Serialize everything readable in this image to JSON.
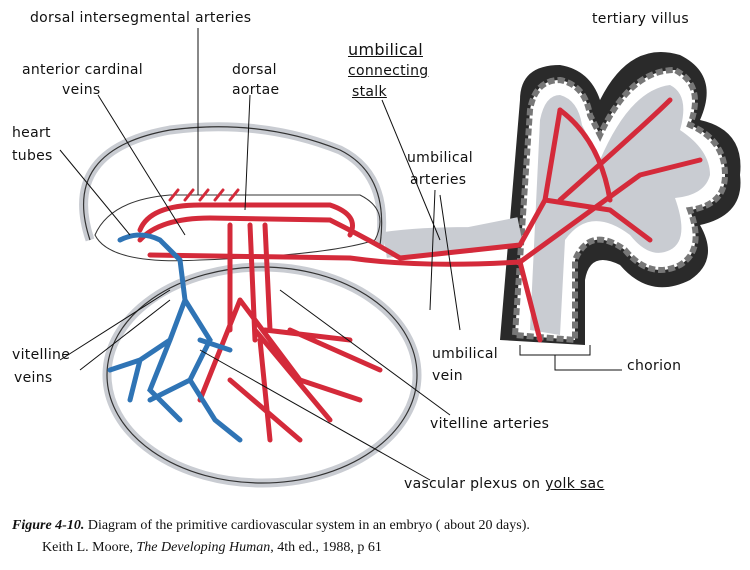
{
  "labels": {
    "dorsal_intersegmental_arteries": "dorsal intersegmental arteries",
    "anterior_cardinal_1": "anterior cardinal",
    "anterior_cardinal_2": "veins",
    "dorsal_aortae_1": "dorsal",
    "dorsal_aortae_2": "aortae",
    "umbilical_stalk_1": "umbilical",
    "umbilical_stalk_2": "connecting",
    "umbilical_stalk_3": "stalk",
    "tertiary_villus": "tertiary villus",
    "heart_tubes_1": "heart",
    "heart_tubes_2": "tubes",
    "umbilical_arteries_1": "umbilical",
    "umbilical_arteries_2": "arteries",
    "vitelline_veins_1": "vitelline",
    "vitelline_veins_2": "veins",
    "umbilical_vein_1": "umbilical",
    "umbilical_vein_2": "vein",
    "chorion": "chorion",
    "vitelline_arteries": "vitelline arteries",
    "vascular_plexus": "vascular plexus on",
    "yolk_sac": "yolk sac"
  },
  "caption": {
    "figure_number": "Figure 4-10.",
    "text": " Diagram of the primitive cardiovascular system in an embryo ( about 20 days).",
    "author": "Keith L. Moore, ",
    "book": "The Developing Human",
    "edition": ", 4th ed., 1988, p 61"
  },
  "colors": {
    "artery": "#d42a3a",
    "vein": "#2f74b5",
    "chorion": "#2a2a2a",
    "tissue": "#c9ccd2"
  }
}
